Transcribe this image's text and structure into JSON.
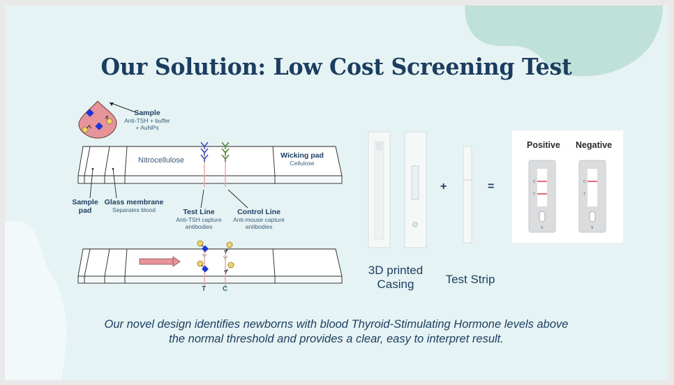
{
  "slide": {
    "title": "Our Solution: Low Cost Screening Test",
    "statement_line1": "Our novel design identifies newborns with blood Thyroid-Stimulating Hormone levels above",
    "statement_line2": "the normal threshold and provides a clear, easy to interpret result.",
    "colors": {
      "background": "#e6f3f4",
      "title": "#1b3d5f",
      "accent_blob": "#c0e0da",
      "test_line": "#e8a5a8",
      "result_line": "#e0454f"
    }
  },
  "diagram": {
    "sample": {
      "title": "Sample",
      "line1": "Anti-TSH + buffer",
      "line2": "+ AuNPs"
    },
    "strip_region_nitro": "Nitrocellulose",
    "wicking_pad": {
      "title": "Wicking pad",
      "sub": "Cellulose"
    },
    "sample_pad": {
      "line1": "Sample",
      "line2": "pad"
    },
    "glass_membrane": {
      "title": "Glass membrane",
      "sub": "Separates blood"
    },
    "test_line": {
      "title": "Test Line",
      "line1": "Anti-TSH capture",
      "line2": "antibodies"
    },
    "control_line": {
      "title": "Control Line",
      "line1": "Anti-mouse capture",
      "line2": "antibodies"
    },
    "marker_t": "T",
    "marker_c": "C"
  },
  "assembly": {
    "casing_caption_line1": "3D printed",
    "casing_caption_line2": "Casing",
    "strip_caption": "Test Strip",
    "plus": "+",
    "equals": "="
  },
  "results": {
    "positive_label": "Positive",
    "negative_label": "Negative",
    "marker_c": "C",
    "marker_t": "T",
    "marker_s": "S"
  }
}
